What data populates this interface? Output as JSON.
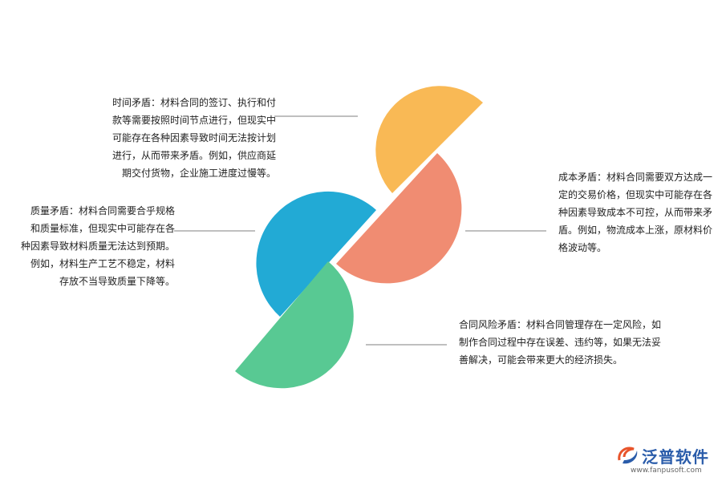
{
  "notes": {
    "time": {
      "lines": [
        "时间矛盾：材料合同的签订、执行和付",
        "款等需要按照时间节点进行，但现实中",
        "可能存在各种因素导致时间无法按计划",
        "进行，从而带来矛盾。例如，供应商延",
        "期交付货物，企业施工进度过慢等。"
      ]
    },
    "quality": {
      "lines": [
        "质量矛盾：材料合同需要合乎规格",
        "和质量标准，但现实中可能存在各",
        "种因素导致材料质量无法达到预期。",
        "例如，材料生产工艺不稳定，材料",
        "存放不当导致质量下降等。"
      ]
    },
    "cost": {
      "lines": [
        "成本矛盾：材料合同需要双方达成一",
        "定的交易价格，但现实中可能存在各",
        "种因素导致成本不可控，从而带来矛",
        "盾。例如，物流成本上涨，原材料价",
        "格波动等。"
      ]
    },
    "risk": {
      "lines": [
        "合同风险矛盾：材料合同管理存在一定风险，如",
        "制作合同过程中存在误差、违约等，如果无法妥",
        "善解决，可能会带来更大的经济损失。"
      ]
    }
  },
  "colors": {
    "yellow": "#F9B955",
    "salmon": "#F08C72",
    "blue": "#22AAD5",
    "green": "#58C993",
    "line": "#555555"
  },
  "logo": {
    "brand": "泛普软件",
    "url": "www.fanpusoft.com",
    "icon": "fanpu-logo-icon"
  }
}
